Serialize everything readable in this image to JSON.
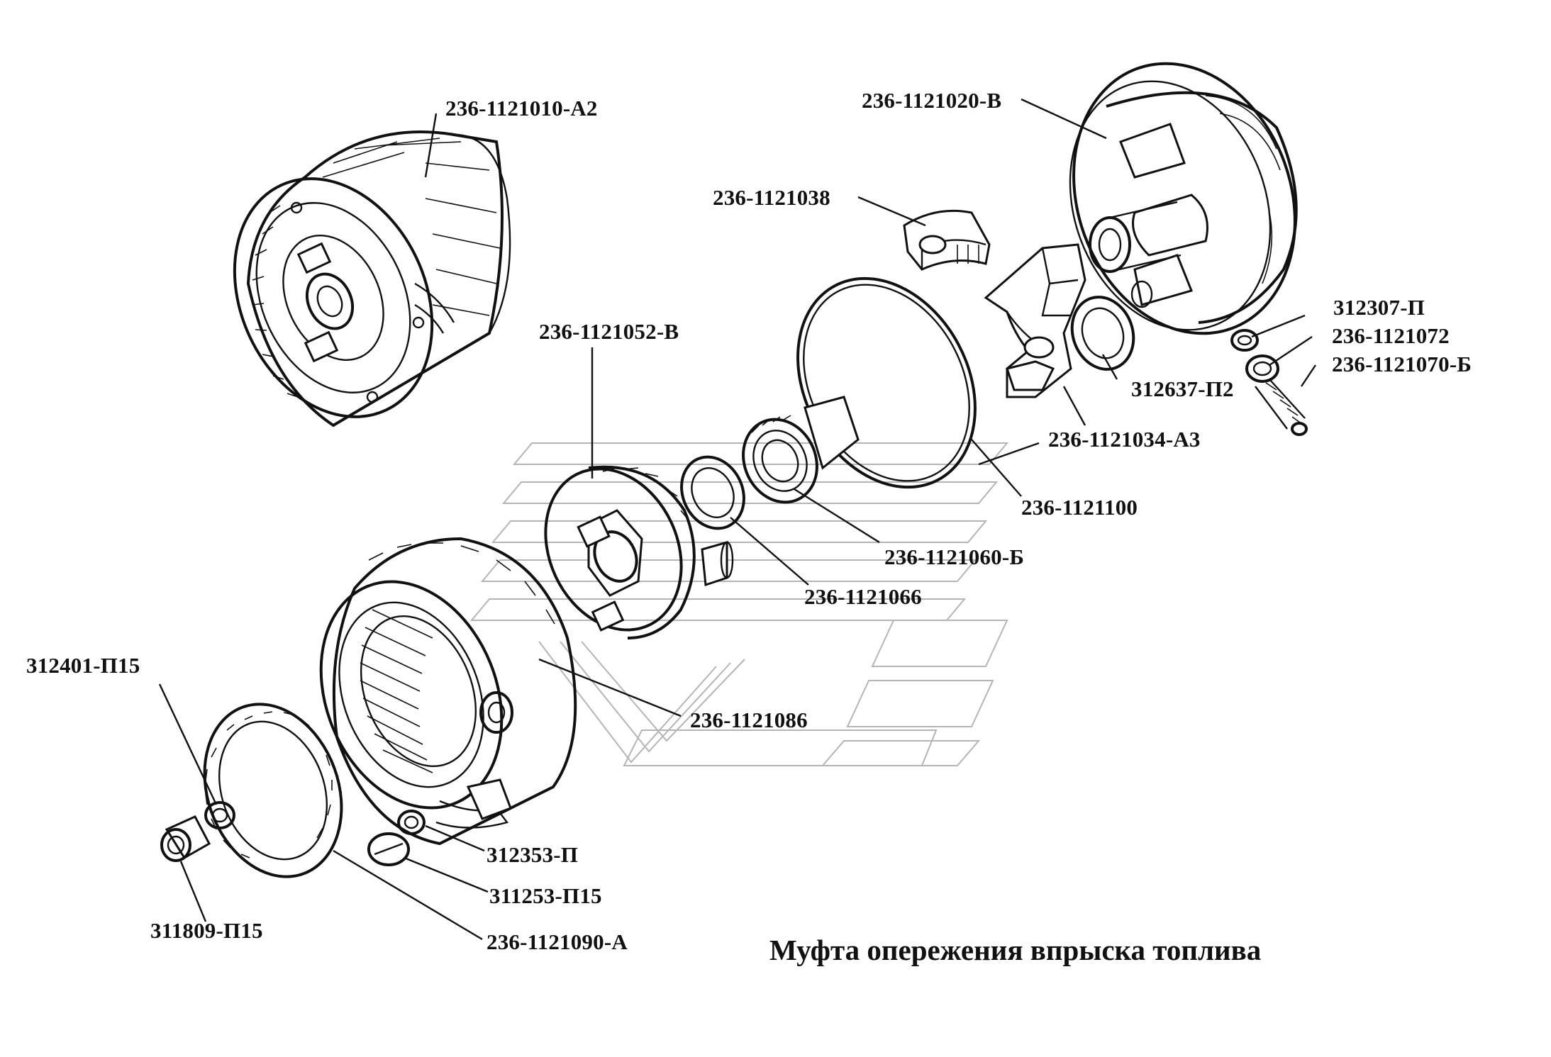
{
  "title": "Муфта опережения впрыска топлива",
  "parts": {
    "hub_housing": "236-1121010-А2",
    "flange_hub": "236-1121020-В",
    "weight_segment": "236-1121038",
    "drive_half": "236-1121052-В",
    "pin": "312307-П",
    "spring_seat": "236-1121072",
    "spring": "236-1121070-Б",
    "washer": "312637-П2",
    "weight": "236-1121034-А3",
    "o_ring": "236-1121100",
    "cuff": "236-1121060-Б",
    "bushing": "236-1121066",
    "nut_ring": "236-1121086",
    "ring": "312401-П15",
    "plug_washer": "312353-П",
    "plug": "311253-П15",
    "screw": "311809-П15",
    "seal_ring": "236-1121090-А"
  }
}
